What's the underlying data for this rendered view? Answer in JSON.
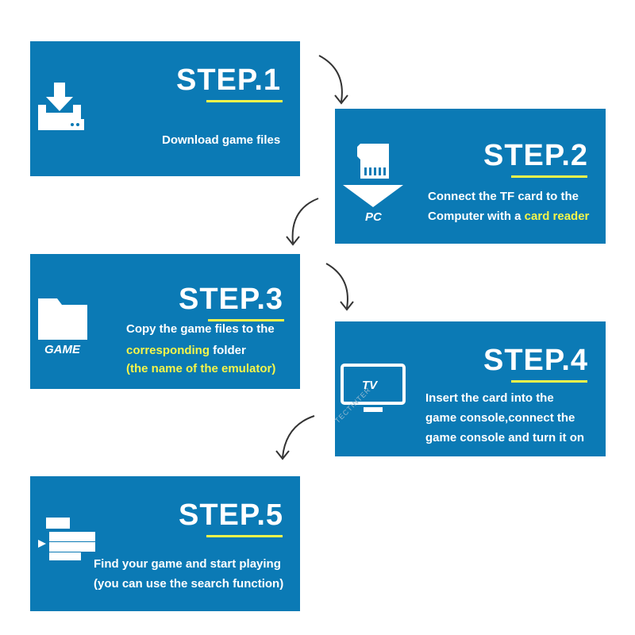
{
  "steps": [
    {
      "title": "STEP.1",
      "lines": [
        [
          "Download game files"
        ]
      ],
      "icon": "download-icon",
      "icon_label": ""
    },
    {
      "title": "STEP.2",
      "lines": [
        [
          "Connect the TF card to the"
        ],
        [
          "Computer with a ",
          "card reader"
        ]
      ],
      "icon": "sd-card-icon",
      "icon_label": "PC"
    },
    {
      "title": "STEP.3",
      "lines": [
        [
          "Copy the game files to the"
        ],
        [
          "corresponding",
          " folder"
        ],
        [
          "(the name of the emulator)"
        ]
      ],
      "icon": "folder-icon",
      "icon_label": "GAME"
    },
    {
      "title": "STEP.4",
      "lines": [
        [
          "Insert the card into the"
        ],
        [
          "game console,connect the"
        ],
        [
          "game console and turn it on"
        ]
      ],
      "icon": "tv-icon",
      "icon_label": "TV"
    },
    {
      "title": "STEP.5",
      "lines": [
        [
          "Find your game and start playing"
        ],
        [
          "(you can use the search function)"
        ]
      ],
      "icon": "list-icon",
      "icon_label": ""
    }
  ],
  "watermark": "TECTINTER",
  "colors": {
    "card": "#0b7ab5",
    "highlight": "#f5f54a",
    "text": "#ffffff"
  }
}
